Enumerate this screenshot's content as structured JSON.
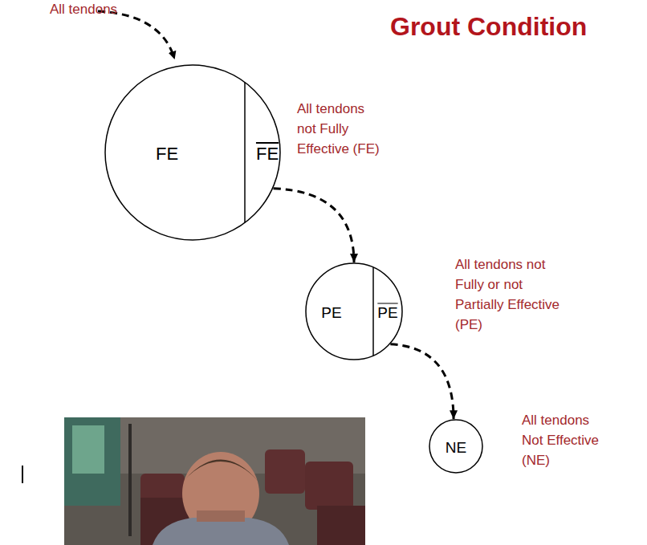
{
  "diagram": {
    "title": "Grout Condition",
    "nodes": [
      {
        "text": [
          "FE",
          "FE"
        ]
      },
      {
        "text": [
          "PE",
          "PE"
        ]
      },
      {
        "text": [
          "NE"
        ]
      }
    ],
    "edges": [
      {
        "from": 0,
        "to": 1,
        "arrow": "to"
      },
      {
        "from": 1,
        "to": 2,
        "arrow": "to"
      }
    ],
    "labels": [
      "All tendons",
      "All tendons not Fully Effective (FE)",
      "All tendons not Fully or not Partially Effective (PE)",
      "All tendons Not Effective (NE)"
    ]
  }
}
